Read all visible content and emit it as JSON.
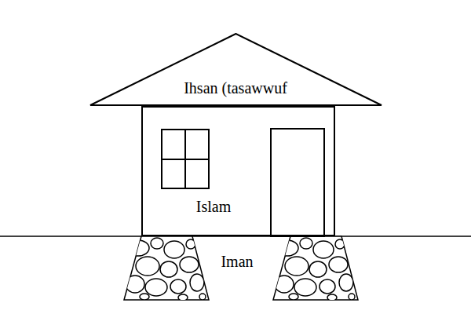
{
  "diagram": {
    "nodes": [
      {
        "text": [
          "Ihsan (tasawwuf"
        ]
      },
      {
        "text": [
          "Islam"
        ]
      }
    ],
    "labels": [
      "Iman"
    ]
  }
}
